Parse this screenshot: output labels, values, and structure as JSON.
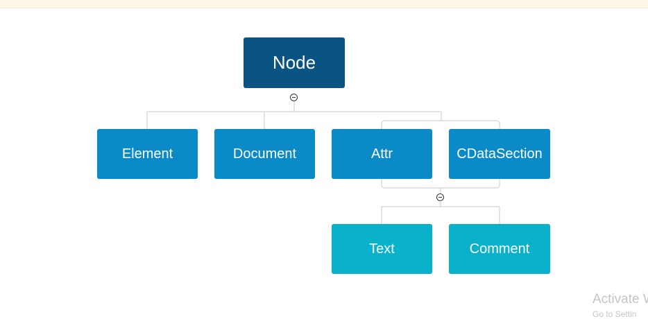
{
  "diagram": {
    "root": {
      "label": "Node",
      "color": "#0a5483"
    },
    "children": [
      {
        "label": "Element",
        "color": "#0b8ac8"
      },
      {
        "label": "Document",
        "color": "#0b8ac8"
      },
      {
        "label": "Attr",
        "color": "#0b8ac8"
      },
      {
        "label": "CDataSection",
        "color": "#0b8ac8"
      }
    ],
    "grandchildren": [
      {
        "label": "Text",
        "color": "#09b1cb"
      },
      {
        "label": "Comment",
        "color": "#09b1cb"
      }
    ],
    "connector_color": "#c8c8c8"
  },
  "watermark": {
    "title": "Activate W",
    "subtitle": "Go to Settin"
  }
}
